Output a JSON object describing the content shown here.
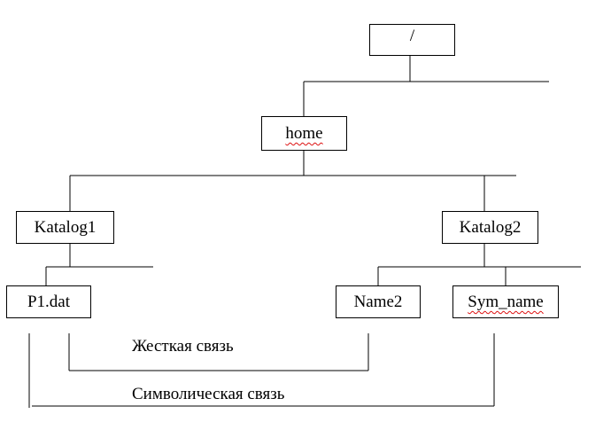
{
  "tree": {
    "root": {
      "label": "/"
    },
    "home": {
      "label": "home"
    },
    "katalog1": {
      "label": "Katalog1"
    },
    "katalog2": {
      "label": "Katalog2"
    },
    "p1": {
      "label": "P1.dat"
    },
    "name2": {
      "label": "Name2"
    },
    "sym_name": {
      "label": "Sym_name"
    }
  },
  "links": {
    "hard": {
      "label": "Жесткая связь"
    },
    "symbolic": {
      "label": "Символическая связь"
    }
  }
}
